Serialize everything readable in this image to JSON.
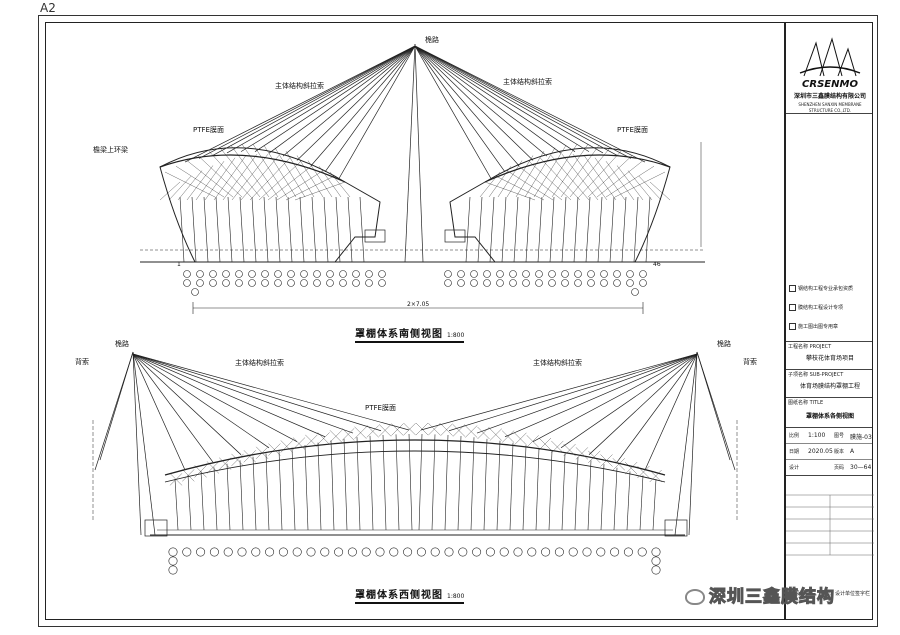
{
  "sheet": {
    "size_label": "A2"
  },
  "company": {
    "logo_text": "CRSENMO",
    "name": "深圳市三鑫膜结构有限公司",
    "name_en": "SHENZHEN SANXIN MEMBRANE STRUCTURE CO.,LTD."
  },
  "view_top": {
    "title": "罩棚体系南侧视图",
    "scale": "1:800",
    "labels": {
      "mast_top": "桅路",
      "left_cables": "主体结构斜拉索",
      "right_cables": "主体结构斜拉索",
      "ptfe_left": "PTFE膜面",
      "ptfe_right": "PTFE膜面",
      "ring": "檐梁上环梁"
    },
    "dimension": "2×7.05",
    "axis_left": "1",
    "axis_right": "46"
  },
  "view_bottom": {
    "title": "罩棚体系西侧视图",
    "scale": "1:800",
    "labels": {
      "mast_left": "桅路",
      "mast_right": "桅路",
      "back_left": "背索",
      "back_right": "背索",
      "left_cables": "主体结构斜拉索",
      "right_cables": "主体结构斜拉索",
      "ptfe": "PTFE膜面"
    }
  },
  "title_block": {
    "checks": [
      "钢结构工程专业承包资质",
      "膜结构工程设计专项",
      "施工图出图专用章"
    ],
    "project_label": "工程名称 PROJECT",
    "project": "攀枝花体育场项目",
    "sub_project_label": "子项名称 SUB-PROJECT",
    "sub_project": "体育场膜结构罩棚工程",
    "drawing_label": "图纸名称 TITLE",
    "drawing": "罩棚体系各侧视图",
    "rows": [
      {
        "k": "比例",
        "v": "1:100",
        "k2": "图号",
        "v2": "膜施-03"
      },
      {
        "k": "日期",
        "v": "2020.05",
        "k2": "版本",
        "v2": "A"
      },
      {
        "k": "设计",
        "v": "",
        "k2": "页码",
        "v2": "30—64"
      }
    ],
    "footer": "建设、施工、监理、设计单位签字栏"
  },
  "watermark": "深圳三鑫膜结构"
}
